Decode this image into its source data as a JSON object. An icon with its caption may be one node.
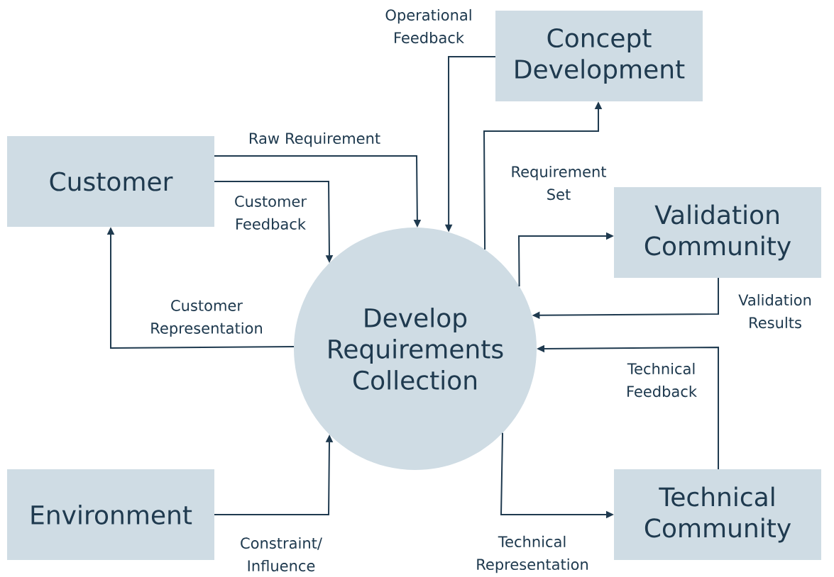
{
  "diagram": {
    "nodes": [
      {
        "text": [
          "Customer"
        ]
      },
      {
        "text": [
          "Concept Development"
        ]
      },
      {
        "text": [
          "Validation Community"
        ]
      },
      {
        "text": [
          "Develop Requirements Collection"
        ]
      },
      {
        "text": [
          "Environment"
        ]
      },
      {
        "text": [
          "Technical Community"
        ]
      }
    ],
    "edges": [
      {
        "from": 0,
        "to": 3,
        "arrow": "to",
        "label": "Raw Requirement"
      },
      {
        "from": 0,
        "to": 3,
        "arrow": "to",
        "label": "Customer Feedback"
      },
      {
        "from": 3,
        "to": 0,
        "arrow": "to",
        "label": "Customer Representation"
      },
      {
        "from": 1,
        "to": 3,
        "arrow": "to",
        "label": "Operational Feedback"
      },
      {
        "from": 3,
        "to": 1,
        "arrow": "to",
        "label": "Requirement Set"
      },
      {
        "from": 3,
        "to": 2,
        "arrow": "to"
      },
      {
        "from": 2,
        "to": 3,
        "arrow": "to",
        "label": "Validation Results"
      },
      {
        "from": 5,
        "to": 3,
        "arrow": "to",
        "label": "Technical Feedback"
      },
      {
        "from": 3,
        "to": 5,
        "arrow": "to",
        "label": "Technical Representation"
      },
      {
        "from": 4,
        "to": 3,
        "arrow": "to",
        "label": "Constraint/ Influence"
      }
    ]
  }
}
